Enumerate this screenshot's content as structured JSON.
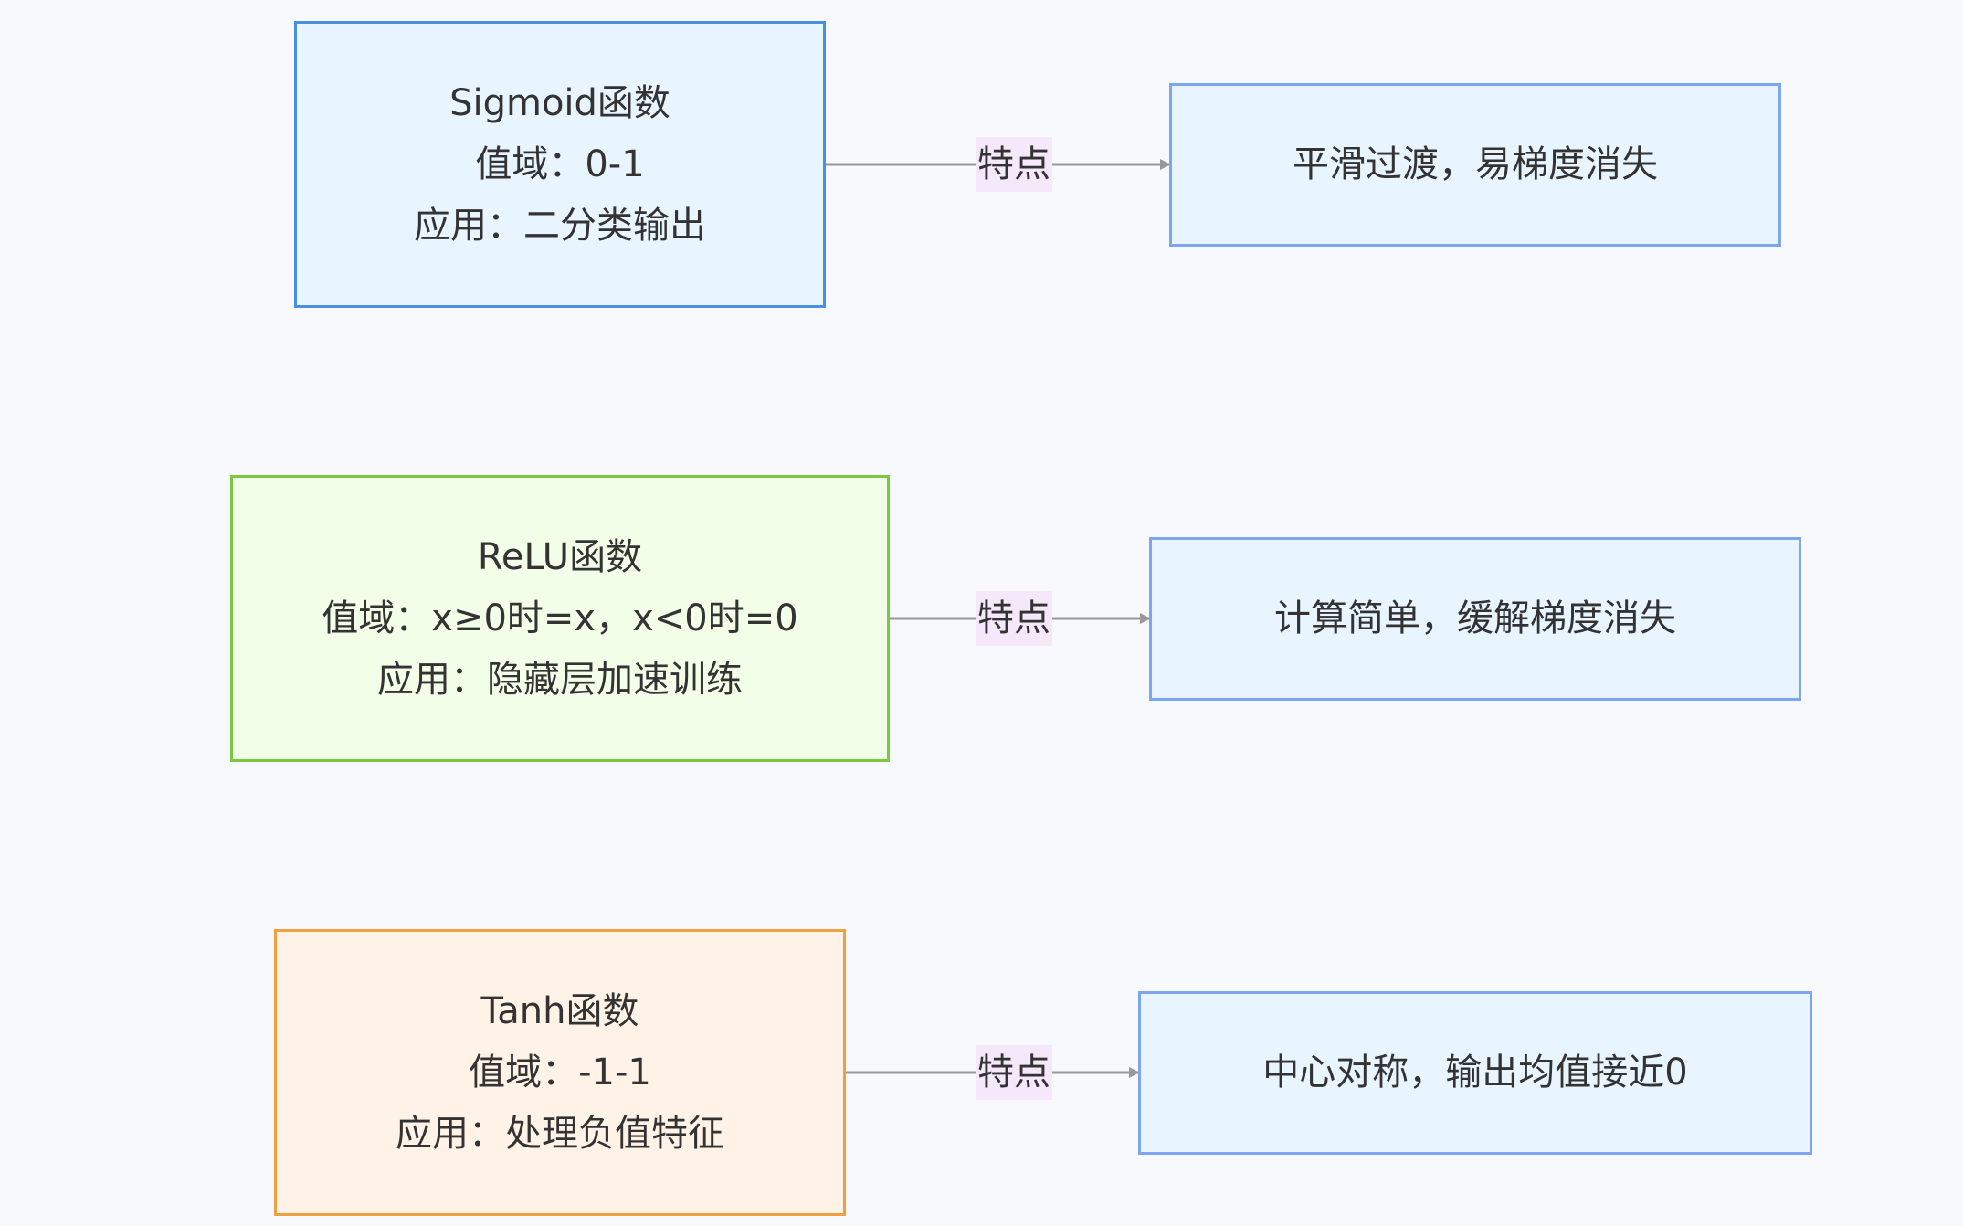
{
  "colors": {
    "background": "#f8f9fc",
    "edge": "#999999",
    "arrowhead": "#999999",
    "edge_label_bg": "#f5e8fb",
    "text": "#333333"
  },
  "rows": [
    {
      "source": {
        "lines": [
          "Sigmoid函数",
          "值域：0-1",
          "应用：二分类输出"
        ],
        "fill": "#e8f5ff",
        "border": "#4a90e2"
      },
      "edge_label": "特点",
      "target": {
        "text": "平滑过渡，易梯度消失",
        "fill": "#e8f5ff",
        "border": "#7ea6f0"
      }
    },
    {
      "source": {
        "lines": [
          "ReLU函数",
          "值域：x≥0时=x，x<0时=0",
          "应用：隐藏层加速训练"
        ],
        "fill": "#f3fee8",
        "border": "#7ac943"
      },
      "edge_label": "特点",
      "target": {
        "text": "计算简单，缓解梯度消失",
        "fill": "#e8f5ff",
        "border": "#7ea6f0"
      }
    },
    {
      "source": {
        "lines": [
          "Tanh函数",
          "值域：-1-1",
          "应用：处理负值特征"
        ],
        "fill": "#fff3e8",
        "border": "#f0a040"
      },
      "edge_label": "特点",
      "target": {
        "text": "中心对称，输出均值接近0",
        "fill": "#e8f5ff",
        "border": "#7ea6f0"
      }
    }
  ]
}
